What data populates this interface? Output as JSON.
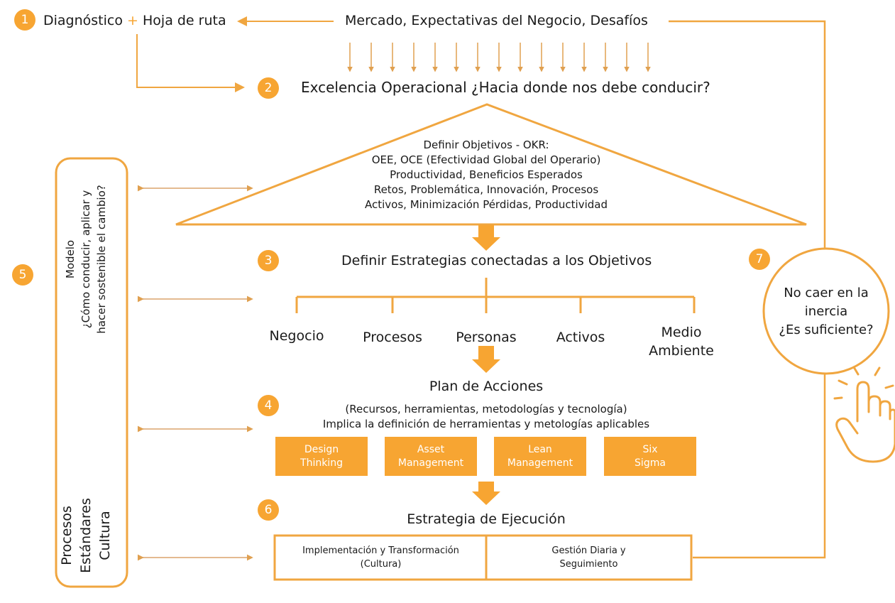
{
  "colors": {
    "accent": "#f7a532",
    "line": "#f0a640",
    "arrow": "#e08a20",
    "text": "#1a1a1a"
  },
  "step1": {
    "badge": "1",
    "left": "Diagnóstico",
    "plus": "+",
    "right": "Hoja de ruta"
  },
  "market": {
    "text": "Mercado, Expectativas del Negocio, Desafíos"
  },
  "step2": {
    "badge": "2",
    "text": "Excelencia Operacional ¿Hacia donde nos debe conducir?"
  },
  "objectives": {
    "lines": [
      "Definir Objetivos - OKR:",
      "OEE, OCE (Efectividad Global del Operario)",
      "Productividad, Beneficios Esperados",
      "Retos, Problemática, Innovación, Procesos",
      "Activos, Minimización Pérdidas, Productividad"
    ]
  },
  "step3": {
    "badge": "3",
    "text": "Definir Estrategias conectadas a los Objetivos"
  },
  "strategies": {
    "negocio": "Negocio",
    "procesos": "Procesos",
    "personas": "Personas",
    "activos": "Activos",
    "medio_1": "Medio",
    "medio_2": "Ambiente"
  },
  "step4": {
    "badge": "4",
    "title": "Plan de Acciones",
    "line1": "(Recursos, herramientas, metodologías y tecnología)",
    "line2": "Implica la definición de herramientas y metologías aplicables"
  },
  "tools": [
    {
      "l1": "Design",
      "l2": "Thinking"
    },
    {
      "l1": "Asset",
      "l2": "Management"
    },
    {
      "l1": "Lean",
      "l2": "Management"
    },
    {
      "l1": "Six",
      "l2": "Sigma"
    }
  ],
  "step6": {
    "badge": "6",
    "title": "Estrategia de Ejecución"
  },
  "execution": {
    "left_1": "Implementación y Transformación",
    "left_2": "(Cultura)",
    "right_1": "Gestión Diaria y",
    "right_2": "Seguimiento"
  },
  "step5": {
    "badge": "5",
    "model_title": "Modelo",
    "model_q1": "¿Cómo conducir, aplicar y",
    "model_q2": "hacer sostenible el cambio?",
    "base_1": "Procesos",
    "base_2": "Estándares",
    "base_3": "Cultura"
  },
  "step7": {
    "badge": "7",
    "l1": "No caer en la",
    "l2": "inercia",
    "l3": "¿Es suficiente?"
  },
  "icons": {
    "hand": "pointing-hand-icon",
    "arrow": "down-arrow-icon"
  }
}
